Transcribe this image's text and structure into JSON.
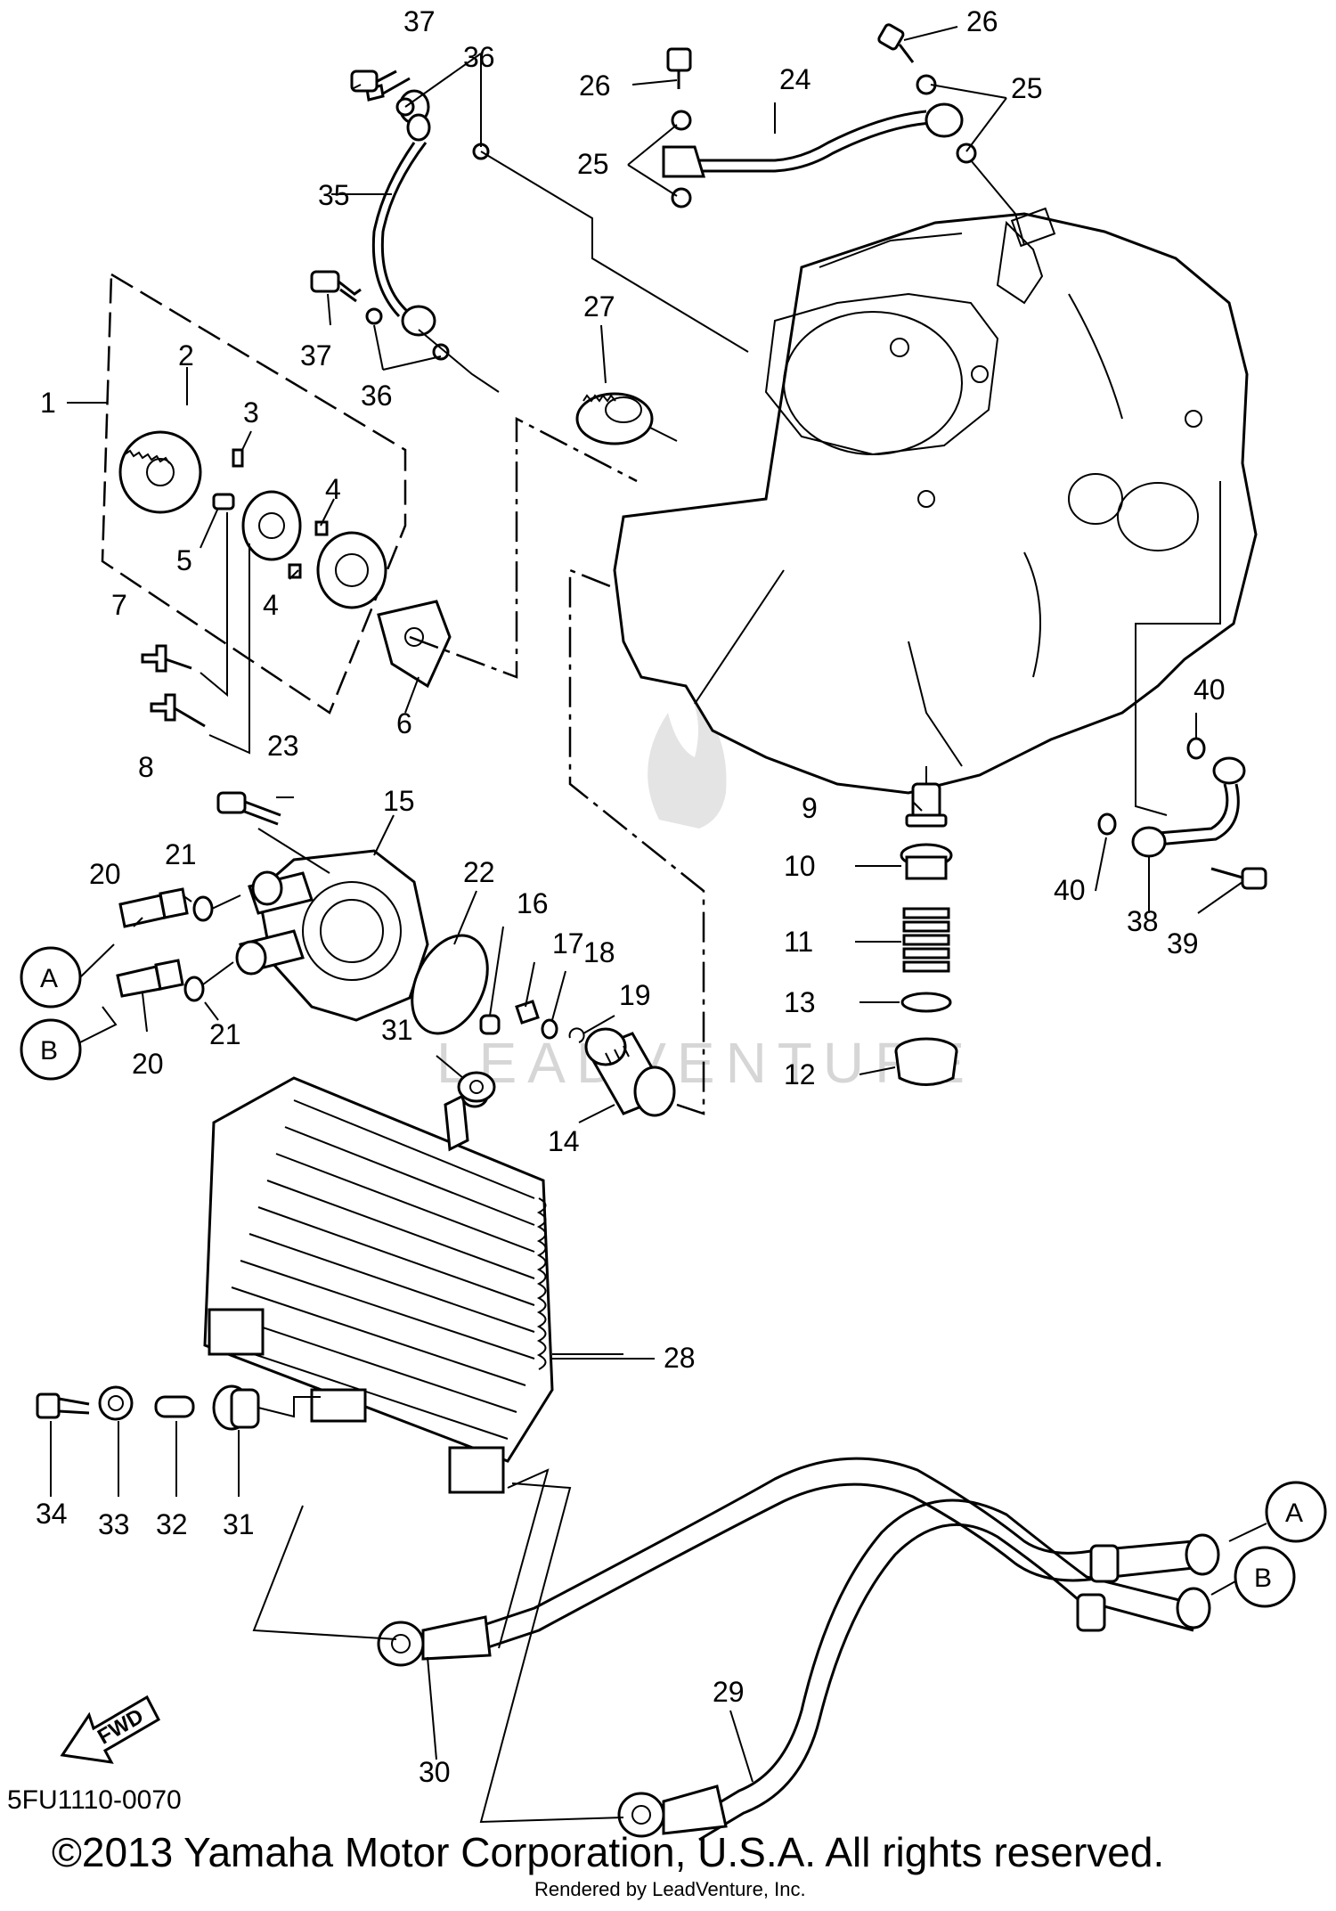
{
  "drawing_id": "5FU1110-0070",
  "copyright": "©2013 Yamaha Motor Corporation, U.S.A. All rights reserved.",
  "rendered_by": "Rendered by LeadVenture, Inc.",
  "watermark": "LEADVENTURE",
  "fwd_label": "FWD",
  "callouts": {
    "a": "A",
    "b": "B"
  },
  "labels": {
    "p1": "1",
    "p2": "2",
    "p3": "3",
    "p4a": "4",
    "p4b": "4",
    "p5": "5",
    "p6": "6",
    "p7": "7",
    "p8": "8",
    "p9": "9",
    "p10": "10",
    "p11": "11",
    "p12": "12",
    "p13": "13",
    "p14": "14",
    "p15": "15",
    "p16": "16",
    "p17": "17",
    "p18": "18",
    "p19": "19",
    "p20a": "20",
    "p20b": "20",
    "p21a": "21",
    "p21b": "21",
    "p22": "22",
    "p23": "23",
    "p24": "24",
    "p25a": "25",
    "p25b": "25",
    "p26a": "26",
    "p26b": "26",
    "p27": "27",
    "p28": "28",
    "p29": "29",
    "p30": "30",
    "p31a": "31",
    "p31b": "31",
    "p32": "32",
    "p33": "33",
    "p34": "34",
    "p35": "35",
    "p36a": "36",
    "p36b": "36",
    "p37a": "37",
    "p37b": "37",
    "p38": "38",
    "p39": "39",
    "p40a": "40",
    "p40b": "40"
  }
}
